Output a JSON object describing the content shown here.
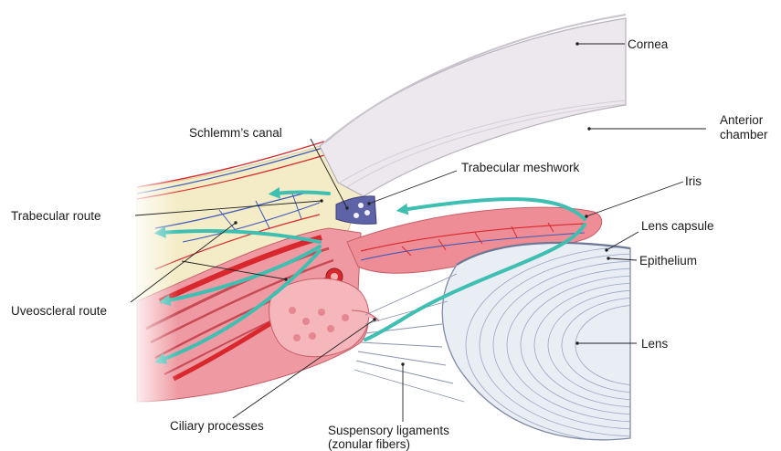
{
  "labels": {
    "cornea": "Cornea",
    "anterior_chamber_1": "Anterior",
    "anterior_chamber_2": "chamber",
    "schlemms_canal": "Schlemm’s canal",
    "trabecular_meshwork": "Trabecular meshwork",
    "iris": "Iris",
    "trabecular_route": "Trabecular route",
    "lens_capsule": "Lens capsule",
    "epithelium": "Epithelium",
    "uveoscleral_route": "Uveoscleral route",
    "lens": "Lens",
    "ciliary_processes": "Ciliary processes",
    "suspensory_ligaments_1": "Suspensory ligaments",
    "suspensory_ligaments_2": "(zonular fibers)"
  },
  "colors": {
    "cornea_fill": "#ece8ee",
    "cornea_stroke": "#b7b2bd",
    "sclera_fill": "#f4ecc6",
    "muscle_fill": "#e8808a",
    "tissue_pink": "#f1a3a8",
    "iris_fill": "#ef8d96",
    "artery": "#d8282d",
    "vein": "#3f5ab8",
    "flow_arrow": "#3fbfb2",
    "trabecular_meshwork": "#5e62a6",
    "lens_fill": "#e9edf4",
    "lens_lines": "#9aa6c2",
    "zonule_lines": "#8a93ad"
  }
}
